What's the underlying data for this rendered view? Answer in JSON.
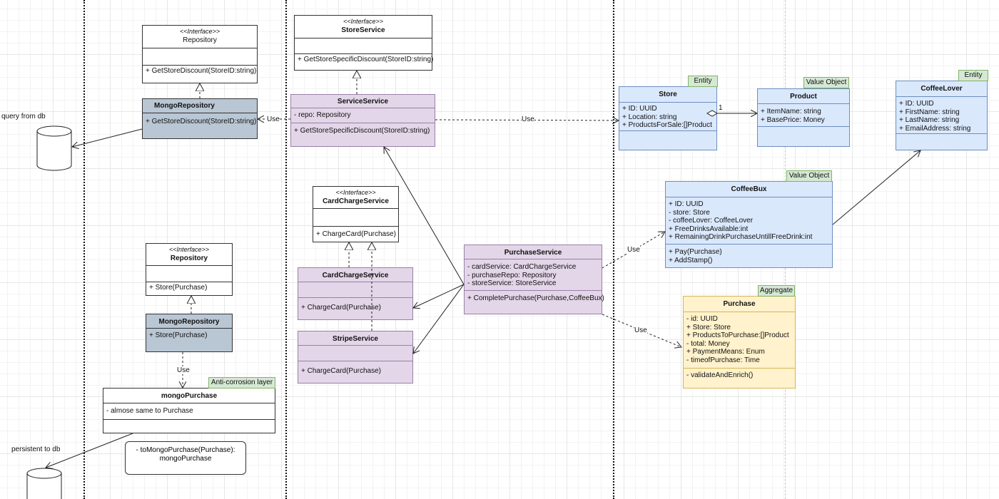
{
  "classes": {
    "repository1": {
      "stereotype": "<<Interface>>",
      "name": "Repository",
      "methods": [
        "+ GetStoreDiscount(StoreID:string)"
      ]
    },
    "mongo_repository1": {
      "name": "MongoRepository",
      "methods": [
        "+ GetStoreDiscount(StoreID:string)"
      ]
    },
    "store_service": {
      "stereotype": "<<Interface>>",
      "name": "StoreService",
      "methods": [
        "+ GetStoreSpecificDiscount(StoreID:string)"
      ]
    },
    "service_service": {
      "name": "ServiceService",
      "attributes": [
        "- repo: Repository"
      ],
      "methods": [
        "+ GetStoreSpecificDiscount(StoreID:string)"
      ]
    },
    "card_charge_interface": {
      "stereotype": "<<Interface>>",
      "name": "CardChargeService",
      "methods": [
        "+ ChargeCard(Purchase)"
      ]
    },
    "card_charge_service": {
      "name": "CardChargeService",
      "methods": [
        "+ ChargeCard(Purchase)"
      ]
    },
    "stripe_service": {
      "name": "StripeService",
      "methods": [
        "+ ChargeCard(Purchase)"
      ]
    },
    "purchase_service": {
      "name": "PurchaseService",
      "attributes": [
        "- cardService: CardChargeService",
        "- purchaseRepo: Repository",
        "- storeService: StoreService"
      ],
      "methods": [
        "+ CompletePurchase(Purchase,CoffeeBux)"
      ]
    },
    "repository2": {
      "stereotype": "<<Interface>>",
      "name": "Repository",
      "methods": [
        "+ Store(Purchase)"
      ]
    },
    "mongo_repository2": {
      "name": "MongoRepository",
      "methods": [
        "+ Store(Purchase)"
      ]
    },
    "mongo_purchase": {
      "name": "mongoPurchase",
      "attributes": [
        "- almose same to Purchase"
      ]
    },
    "store": {
      "tag": "Entity",
      "name": "Store",
      "attributes": [
        "+ ID: UUID",
        "+ Location: string",
        "+ ProductsForSale:[]Product"
      ]
    },
    "product": {
      "tag": "Value Object",
      "name": "Product",
      "attributes": [
        "+ ItemName: string",
        "+ BasePrice: Money"
      ]
    },
    "coffee_lover": {
      "tag": "Entity",
      "name": "CoffeeLover",
      "attributes": [
        "+ ID: UUID",
        "+ FirstName: string",
        "+ LastName: string",
        "+ EmailAddress: string"
      ]
    },
    "coffee_bux": {
      "tag": "Value Object",
      "name": "CoffeeBux",
      "attributes": [
        "+ ID: UUID",
        "- store: Store",
        "- coffeeLover: CoffeeLover",
        "+ FreeDrinksAvailable:int",
        "+ RemainingDrinkPurchaseUntillFreeDrink:int"
      ],
      "methods": [
        "+ Pay(Purchase)",
        "+ AddStamp()"
      ]
    },
    "purchase": {
      "tag": "Aggregate",
      "name": "Purchase",
      "attributes": [
        "- id: UUID",
        "+ Store: Store",
        "+ ProductsToPurchase:[]Product",
        "- total: Money",
        "+ PaymentMeans: Enum",
        "- timeofPurchase: Time"
      ],
      "methods": [
        "- validateAndEnrich()"
      ]
    }
  },
  "layer_tag": "Anti-corrosion layer",
  "note": [
    "- toMongoPurchase(Purchase):",
    "mongoPurchase"
  ],
  "labels": {
    "query_from_db": "query from db",
    "persistent_to_db": "persistent to db",
    "multiplicity": "1",
    "use": "Use"
  },
  "colors": {
    "gray": "#b9c6d4",
    "purple": "#e3d6e8",
    "blue": "#dae8fc",
    "yellow": "#fff2cc",
    "tag_green": "#d5e8d4"
  }
}
